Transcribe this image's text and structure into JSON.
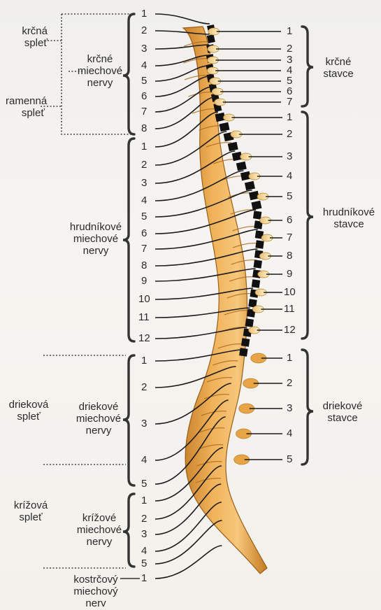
{
  "left_groups": {
    "cervical_plexus": [
      "krčná",
      "spleť"
    ],
    "brachial_plexus": [
      "ramenná",
      "spleť"
    ],
    "cervical_nerves": [
      "krčné",
      "miechové",
      "nervy"
    ],
    "thoracic_nerves": [
      "hrudníkové",
      "miechové",
      "nervy"
    ],
    "lumbar_plexus": [
      "drieková",
      "spleť"
    ],
    "lumbar_nerves": [
      "driekové",
      "miechové",
      "nervy"
    ],
    "sacral_plexus": [
      "krížová",
      "spleť"
    ],
    "sacral_nerves": [
      "krížové",
      "miechové",
      "nervy"
    ],
    "coccygeal_nerve": [
      "kostrčový",
      "miechový",
      "nerv"
    ]
  },
  "right_groups": {
    "cervical_vertebrae": [
      "krčné",
      "stavce"
    ],
    "thoracic_vertebrae": [
      "hrudníkové",
      "stavce"
    ],
    "lumbar_vertebrae": [
      "driekové",
      "stavce"
    ]
  },
  "nerve_numbers": {
    "cervical": [
      "1",
      "2",
      "3",
      "4",
      "5",
      "6",
      "7",
      "8"
    ],
    "thoracic": [
      "1",
      "2",
      "3",
      "4",
      "5",
      "6",
      "7",
      "8",
      "9",
      "10",
      "11",
      "12"
    ],
    "lumbar": [
      "1",
      "2",
      "3",
      "4",
      "5"
    ],
    "sacral": [
      "1",
      "2",
      "3",
      "4",
      "5"
    ],
    "coccygeal": [
      "1"
    ]
  },
  "vertebra_numbers": {
    "cervical": [
      "1",
      "2",
      "3",
      "4",
      "5",
      "6",
      "7"
    ],
    "thoracic": [
      "1",
      "2",
      "3",
      "4",
      "5",
      "6",
      "7",
      "8",
      "9",
      "10",
      "11",
      "12"
    ],
    "lumbar": [
      "1",
      "2",
      "3",
      "4",
      "5"
    ]
  }
}
